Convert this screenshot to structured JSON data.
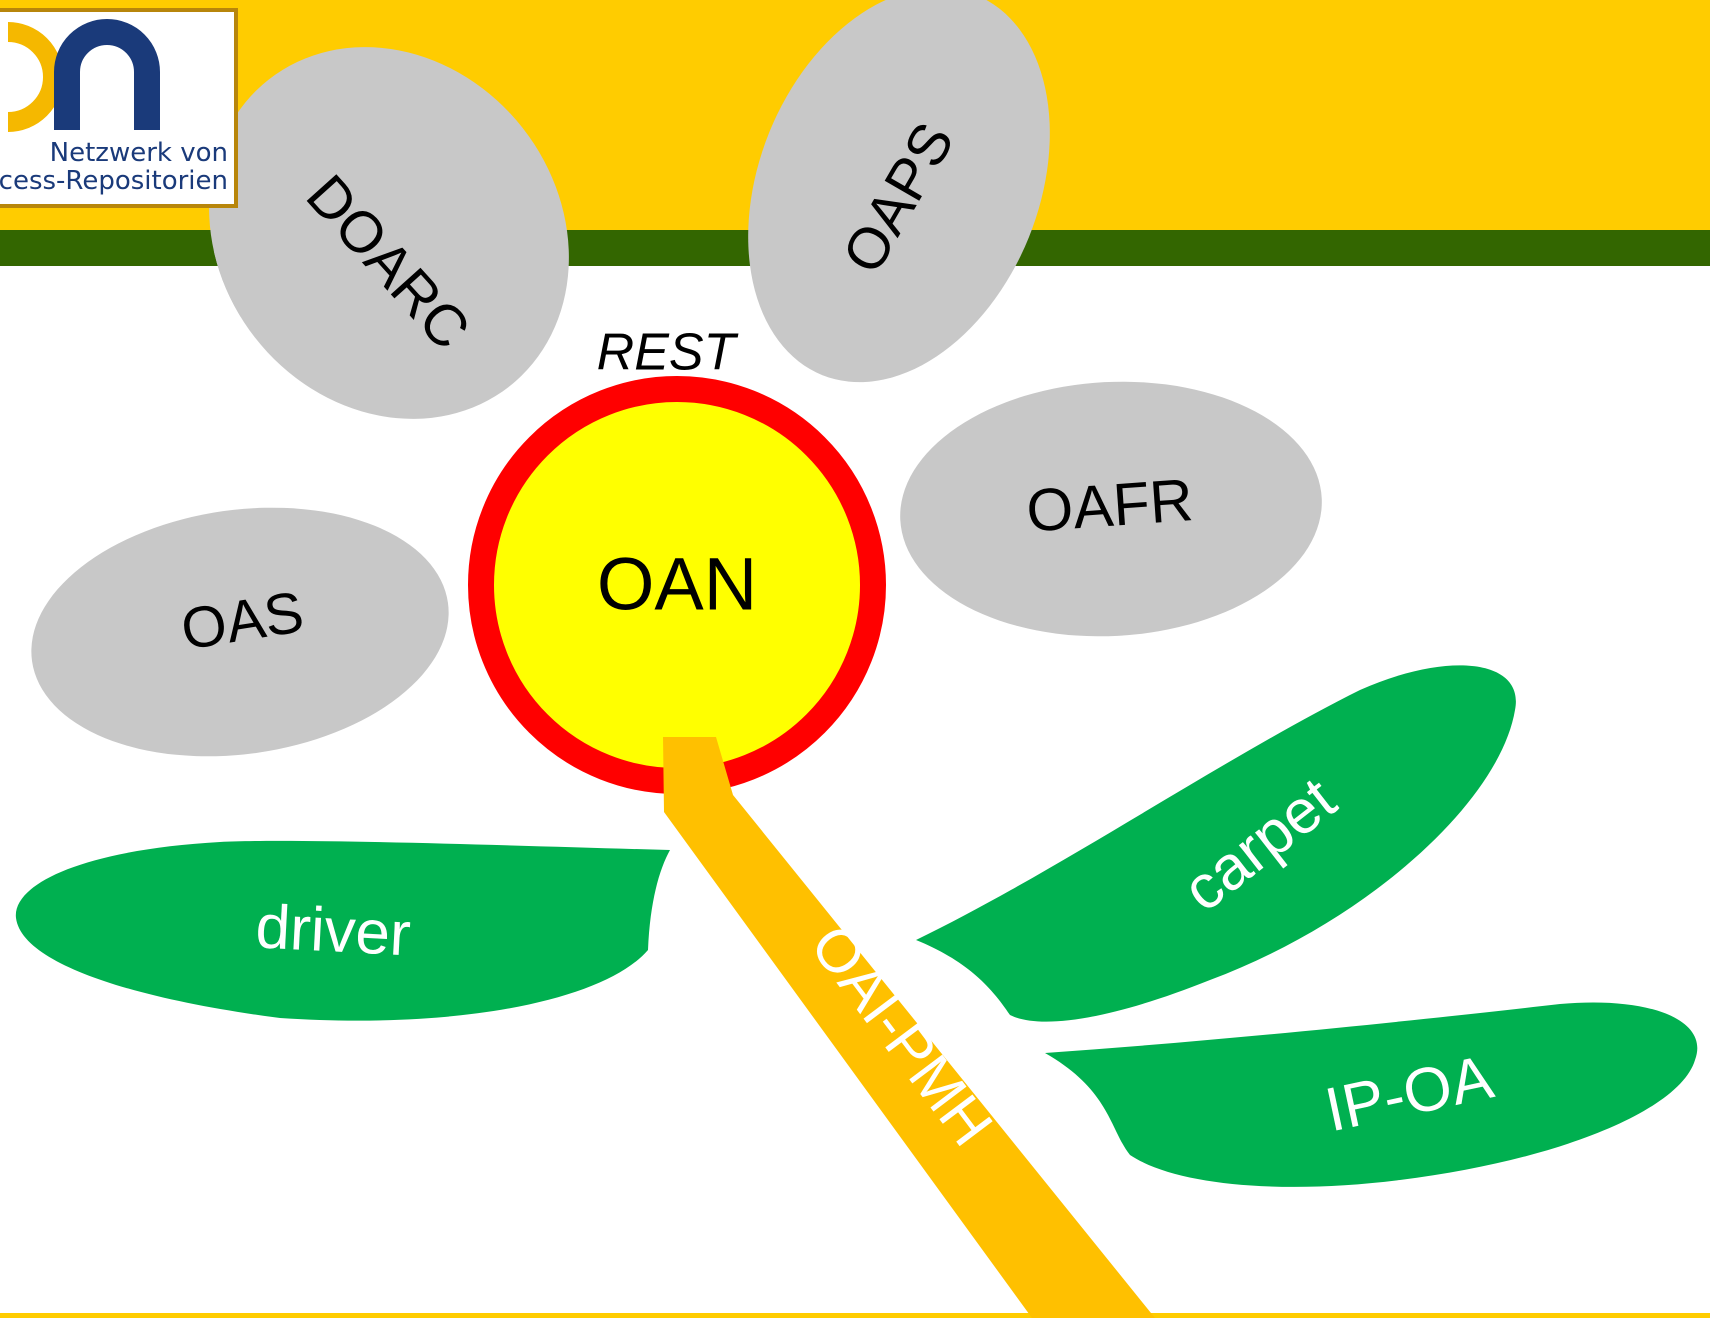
{
  "colors": {
    "header": "#ffcc00",
    "band": "#336600",
    "petal_gray": "#c8c8c8",
    "leaf_green": "#00b050",
    "center_fill": "#ffff00",
    "center_ring": "#ff0000",
    "stem": "#ffc000",
    "logo_blue": "#1a3a7a",
    "logo_gold": "#f5b800"
  },
  "logo": {
    "icon": "oan-logo-mark",
    "line1": "Netzwerk von",
    "line2": "cess-Repositorien"
  },
  "diagram": {
    "center": "OAN",
    "protocol_top": "REST",
    "stem_label": "OAI-PMH",
    "petals": {
      "doarc": "DOARC",
      "oaps": "OAPS",
      "oafr": "OAFR",
      "oas": "OAS"
    },
    "leaves": {
      "driver": "driver",
      "carpet": "carpet",
      "ipoa": "IP-OA"
    }
  }
}
